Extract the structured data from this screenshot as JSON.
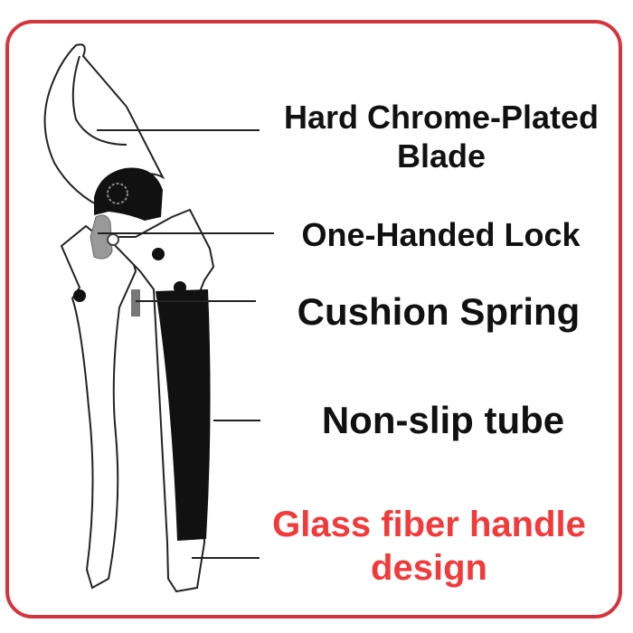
{
  "labels": {
    "blade": "Hard Chrome-Plated Blade",
    "lock": "One-Handed Lock",
    "spring": "Cushion Spring",
    "tube": "Non-slip tube",
    "handle": "Glass fiber handle design"
  },
  "colors": {
    "border": "#d6343c",
    "highlight": "#f23a3a",
    "text": "#111111"
  }
}
